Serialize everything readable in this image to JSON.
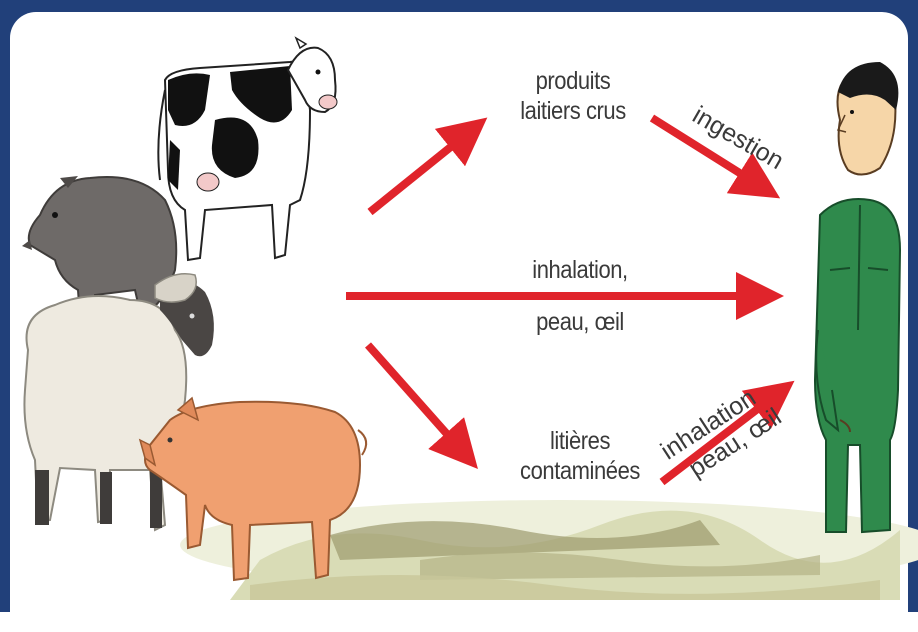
{
  "labels": {
    "dairy": [
      "produits",
      "laitiers crus"
    ],
    "inhalation_middle": [
      "inhalation,",
      "peau, œil"
    ],
    "litter": [
      "litières",
      "contaminées"
    ],
    "ingestion": "ingestion",
    "inhalation_lower": [
      "inhalation",
      "peau, œil"
    ]
  },
  "colors": {
    "frame": "#21407a",
    "arrow": "#e0242b",
    "shirt": "#2f8a4c",
    "pig": "#f0a070",
    "sheep": "#eeeae0",
    "boar": "#6e6a68",
    "ground": "#b9b98a"
  },
  "icons": [
    "cow-icon",
    "boar-icon",
    "sheep-icon",
    "pig-icon",
    "person-icon",
    "ground-icon"
  ]
}
